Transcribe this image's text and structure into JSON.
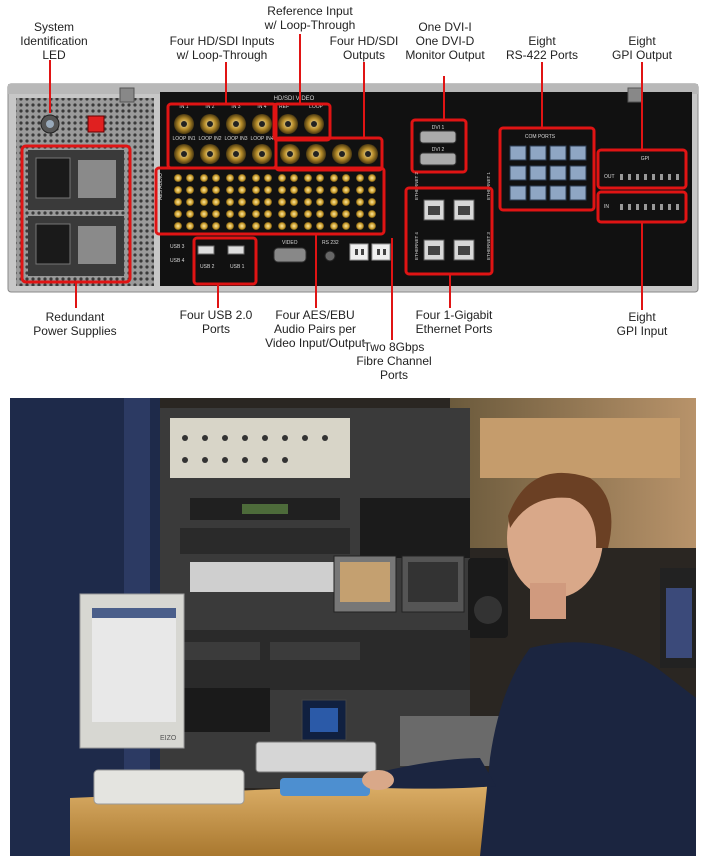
{
  "colors": {
    "highlight": "#e01414",
    "chassis_metal": "#c7c7c7",
    "panel_black": "#111111",
    "connector_gold": "#b78d2a"
  },
  "callouts": {
    "system_id_led": [
      "System",
      "Identification",
      "LED"
    ],
    "reference_input": [
      "Reference Input",
      "w/ Loop-Through"
    ],
    "hd_sdi_inputs": [
      "Four HD/SDI Inputs",
      "w/ Loop-Through"
    ],
    "hd_sdi_outputs": [
      "Four HD/SDI",
      "Outputs"
    ],
    "dvi_output": [
      "One DVI-I",
      "One DVI-D",
      "Monitor Output"
    ],
    "rs422_ports": [
      "Eight",
      "RS-422 Ports"
    ],
    "gpi_output": [
      "Eight",
      "GPI Output"
    ],
    "power_supplies": [
      "Redundant",
      "Power Supplies"
    ],
    "usb_ports": [
      "Four USB 2.0",
      "Ports"
    ],
    "aes_ebu": [
      "Four AES/EBU",
      "Audio Pairs per",
      "Video Input/Output"
    ],
    "fibre_channel": [
      "Two 8Gbps",
      "Fibre Channel",
      "Ports"
    ],
    "ethernet_ports": [
      "Four 1-Gigabit",
      "Ethernet Ports"
    ],
    "gpi_input": [
      "Eight",
      "GPI Input"
    ]
  },
  "panel_labels": {
    "hd_sdi_video": "HD/SDI VIDEO",
    "ref": "REF",
    "loop": "LOOP",
    "com_ports": "COM PORTS",
    "gpi": "GPI",
    "dvi_1": "DVI 1",
    "dvi_2": "DVI 2",
    "out": "OUT",
    "in": "IN",
    "aes_audio": "AES AUDIO",
    "usb_1": "USB 1",
    "usb_2": "USB 2",
    "usb_3": "USB 3",
    "usb_4": "USB 4",
    "video": "VIDEO",
    "rs_232": "RS 232",
    "ethernet_1": "ETHERNET 1",
    "ethernet_2": "ETHERNET 2",
    "ethernet_3": "ETHERNET 3",
    "ethernet_4": "ETHERNET 4",
    "sdi_inputs": [
      "IN 1",
      "IN 2",
      "IN 3",
      "IN 4"
    ],
    "sdi_loops": [
      "LOOP IN1",
      "LOOP IN2",
      "LOOP IN3",
      "LOOP IN4"
    ]
  },
  "photo": {
    "monitor_brand": "EIZO"
  }
}
